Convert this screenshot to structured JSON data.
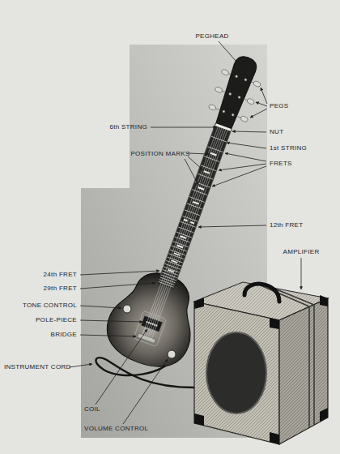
{
  "diagram": {
    "labels": [
      "PEGHEAD",
      "PEGS",
      "6th STRING",
      "NUT",
      "1st STRING",
      "POSITION MARKS",
      "FRETS",
      "12th FRET",
      "AMPLIFIER",
      "24th FRET",
      "29th FRET",
      "TONE CONTROL",
      "POLE-PIECE",
      "BRIDGE",
      "INSTRUMENT CORD",
      "COIL",
      "VOLUME CONTROL"
    ]
  }
}
